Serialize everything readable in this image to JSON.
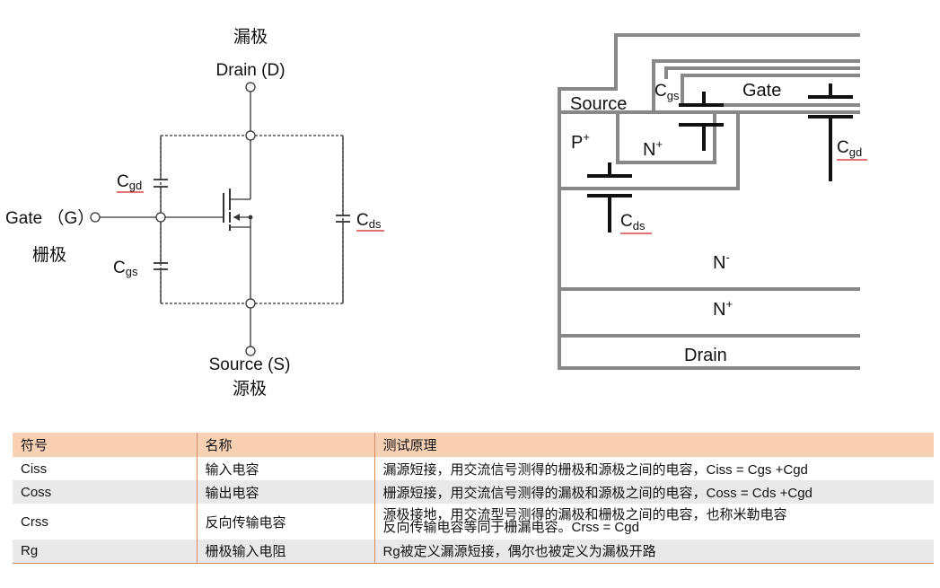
{
  "circuit": {
    "drain_cn": "漏极",
    "drain_label": "Drain (D)",
    "gate_label": "Gate （G）",
    "gate_cn": "栅极",
    "source_label": "Source (S)",
    "source_cn": "源极",
    "cgd": {
      "main": "C",
      "sub": "gd"
    },
    "cgs": {
      "main": "C",
      "sub": "gs"
    },
    "cds": {
      "main": "C",
      "sub": "ds"
    }
  },
  "cross_section": {
    "source": "Source",
    "gate": "Gate",
    "p_plus": {
      "main": "P",
      "sup": "+"
    },
    "n_plus_small": {
      "main": "N",
      "sup": "+"
    },
    "n_minus": {
      "main": "N",
      "sup": "-"
    },
    "n_plus_layer": {
      "main": "N",
      "sup": "+"
    },
    "drain": "Drain",
    "cgs": {
      "main": "C",
      "sub": "gs"
    },
    "cgd": {
      "main": "C",
      "sub": "gd"
    },
    "cds": {
      "main": "C",
      "sub": "ds"
    }
  },
  "table": {
    "headers": [
      "符号",
      "名称",
      "测试原理"
    ],
    "rows": [
      {
        "symbol": "Ciss",
        "name": "输入电容",
        "principle": [
          "漏源短接，用交流信号测得的栅极和源极之间的电容，Ciss = Cgs +Cgd"
        ]
      },
      {
        "symbol": "Coss",
        "name": "输出电容",
        "principle": [
          "栅源短接，用交流信号测得的漏极和源极之间的电容，Coss = Cds +Cgd"
        ]
      },
      {
        "symbol": "Crss",
        "name": "反向传输电容",
        "principle": [
          "源极接地，用交流型号测得的漏极和栅极之间的电容，也称米勒电容",
          "反向传输电容等同于栅漏电容。Crss = Cgd"
        ]
      },
      {
        "symbol": "Rg",
        "name": "栅极输入电阻",
        "principle": [
          "Rg被定义漏源短接，偶尔也被定义为漏极开路"
        ]
      }
    ]
  },
  "colors": {
    "header_bg": "#f8d0b4",
    "row_shade": "#e9e9e9",
    "table_rule": "#d88b5f",
    "layer_line": "#888888",
    "underline": "#cc2222"
  }
}
